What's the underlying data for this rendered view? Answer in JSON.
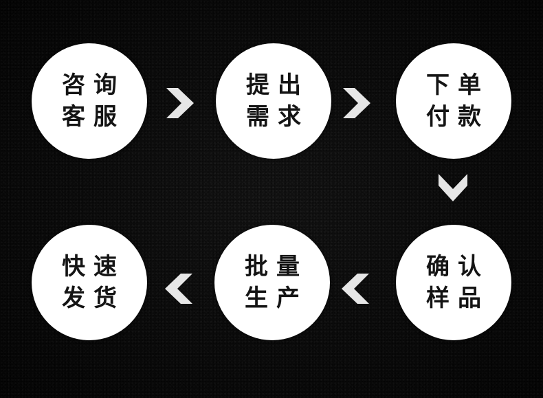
{
  "steps": [
    {
      "line1": "咨询",
      "line2": "客服"
    },
    {
      "line1": "提出",
      "line2": "需求"
    },
    {
      "line1": "下单",
      "line2": "付款"
    },
    {
      "line1": "确认",
      "line2": "样品"
    },
    {
      "line1": "批量",
      "line2": "生产"
    },
    {
      "line1": "快速",
      "line2": "发货"
    }
  ],
  "colors": {
    "background": "#0a0a0a",
    "circle": "#ffffff",
    "text": "#141414",
    "arrow": "#e6e6e6"
  },
  "icons": [
    "chevron-right-icon",
    "chevron-down-icon",
    "chevron-left-icon"
  ]
}
